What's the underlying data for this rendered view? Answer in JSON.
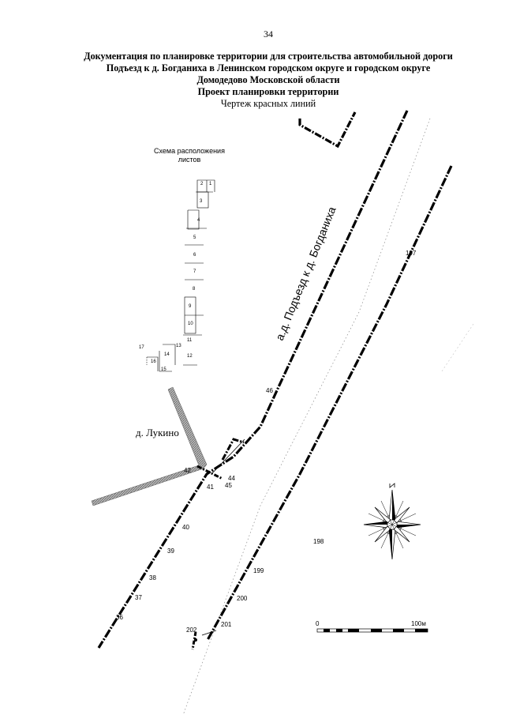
{
  "page_number": "34",
  "title": {
    "line1": "Документация по планировке территории для строительства автомобильной дороги",
    "line2": "Подъезд к д. Богданиха в Ленинском городском округе и городском округе",
    "line3": "Домодедово Московской области",
    "line4": "Проект планировки территории",
    "line5": "Чертеж красных линий"
  },
  "scheme": {
    "title_line1": "Схема расположения",
    "title_line2": "листов",
    "sheets": [
      "1",
      "2",
      "3",
      "4",
      "5",
      "6",
      "7",
      "8",
      "9",
      "10",
      "11",
      "12",
      "13",
      "14",
      "15",
      "16",
      "17"
    ]
  },
  "map": {
    "road_label": "а.д. Подъезд к д. Богданиха",
    "village_label": "д. Лукино",
    "point_labels": {
      "p36": "36",
      "p37": "37",
      "p38": "38",
      "p39": "39",
      "p40": "40",
      "p41": "41",
      "p42": "42",
      "p44": "44",
      "p45": "45",
      "p46": "46",
      "p197": "197",
      "p198": "198",
      "p199": "199",
      "p200": "200",
      "p201": "201",
      "p202": "202"
    },
    "scale_bar": {
      "start": "0",
      "end": "100м"
    },
    "north_arrow_icon": "compass-rose-icon",
    "colors": {
      "red_line": "#000000",
      "road_fill": "#888888"
    }
  }
}
